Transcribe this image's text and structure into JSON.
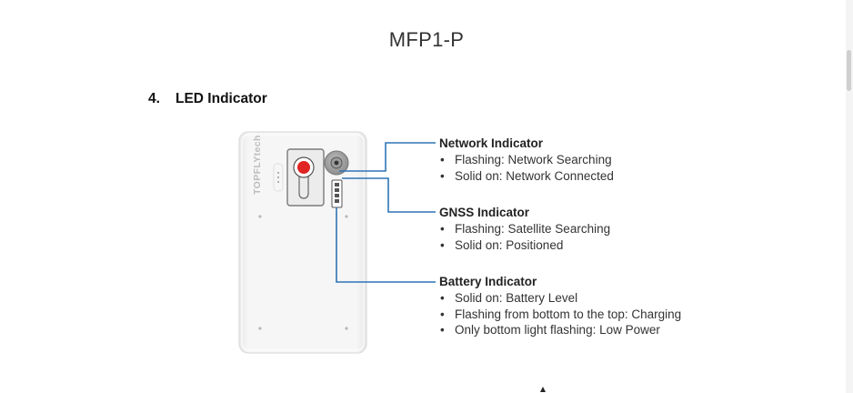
{
  "document": {
    "title": "MFP1-P",
    "section": {
      "number": "4.",
      "heading": "LED Indicator"
    }
  },
  "device": {
    "brand_logo": "TOPFLYtech"
  },
  "indicators": [
    {
      "title": "Network Indicator",
      "items": [
        "Flashing: Network Searching",
        "Solid on: Network Connected"
      ]
    },
    {
      "title": "GNSS Indicator",
      "items": [
        "Flashing: Satellite Searching",
        "Solid on: Positioned"
      ]
    },
    {
      "title": "Battery Indicator",
      "items": [
        "Solid on: Battery Level",
        "Flashing from bottom to the top: Charging",
        "Only bottom light flashing: Low Power"
      ]
    }
  ],
  "colors": {
    "leader_line": "#2f74b5",
    "led_red": "#e02424",
    "device_body": "#f3f3f3"
  }
}
